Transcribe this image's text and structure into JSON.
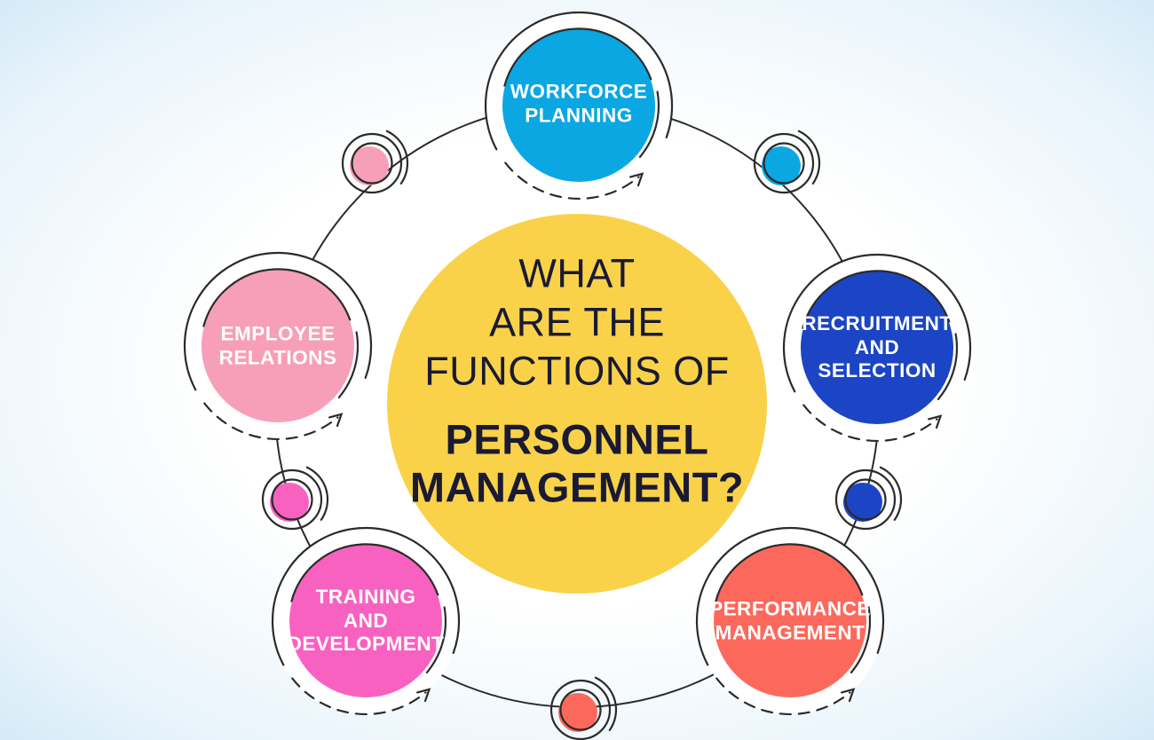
{
  "title": {
    "regular": "WHAT\nARE THE\nFUNCTIONS OF",
    "bold": "PERSONNEL\nMANAGEMENT?"
  },
  "nodes": [
    {
      "id": "workforce-planning",
      "label": "WORKFORCE\nPLANNING",
      "color": "#0AA7E2"
    },
    {
      "id": "recruitment-and-selection",
      "label": "RECRUITMENT\nAND\nSELECTION",
      "color": "#1B45C4"
    },
    {
      "id": "performance-management",
      "label": "PERFORMANCE\nMANAGEMENT",
      "color": "#FC695C"
    },
    {
      "id": "training-and-development",
      "label": "TRAINING\nAND\nDEVELOPMENT",
      "color": "#F961C1"
    },
    {
      "id": "employee-relations",
      "label": "EMPLOYEE\nRELATIONS",
      "color": "#F79FB8"
    }
  ],
  "connector_dots": [
    {
      "id": "dot-employee-relations",
      "color": "#F79FB8"
    },
    {
      "id": "dot-workforce-planning",
      "color": "#0AA7E2"
    },
    {
      "id": "dot-recruitment-and-selection",
      "color": "#1B45C4"
    },
    {
      "id": "dot-performance-management",
      "color": "#FC695C"
    },
    {
      "id": "dot-training-and-development",
      "color": "#F961C1"
    }
  ],
  "colors": {
    "center-fill": "#F9D24A",
    "line-color": "#2B2B2B",
    "title-text": "#1A1A33",
    "label-text": "#FFFFFF",
    "bg-edge": "#CDE7F6"
  }
}
